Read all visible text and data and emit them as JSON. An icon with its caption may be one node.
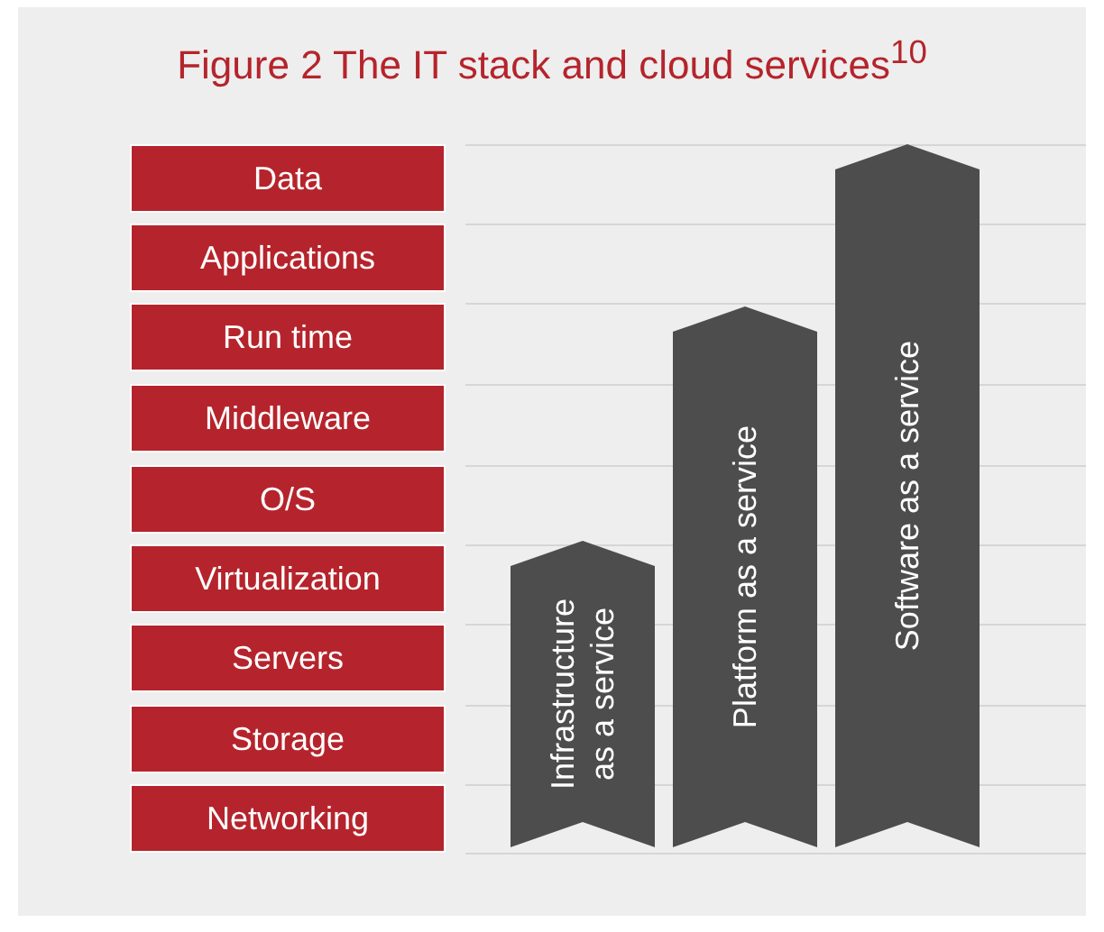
{
  "diagram": {
    "title": "Figure 2 The IT stack and cloud services$^{10}$",
    "nodes": [
      {
        "text": [
          "Data"
        ]
      },
      {
        "text": [
          "Applications"
        ]
      },
      {
        "text": [
          "Run time"
        ]
      },
      {
        "text": [
          "Middleware"
        ]
      },
      {
        "text": [
          "O/S"
        ]
      },
      {
        "text": [
          "Virtualization"
        ]
      },
      {
        "text": [
          "Servers"
        ]
      },
      {
        "text": [
          "Storage"
        ]
      },
      {
        "text": [
          "Networking"
        ]
      },
      {
        "text": [
          "Infrastructure as a service"
        ]
      },
      {
        "text": [
          "Platform as a service"
        ]
      },
      {
        "text": [
          "Software as a service"
        ]
      }
    ],
    "edges": []
  }
}
